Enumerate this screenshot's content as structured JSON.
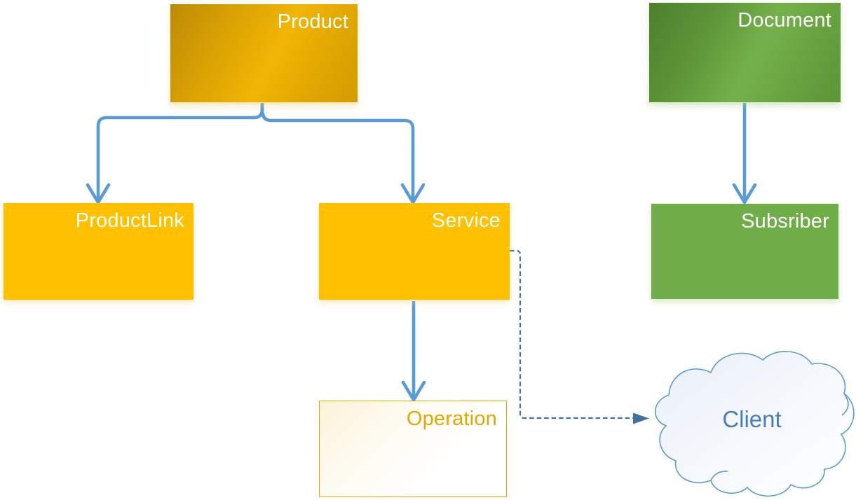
{
  "nodes": {
    "product": {
      "label": "Product",
      "shape": "rectangle",
      "style": "gold-gradient",
      "fill": "#e3a802",
      "text_color": "#ffffff"
    },
    "document": {
      "label": "Document",
      "shape": "rectangle",
      "style": "green-gradient",
      "fill": "#68a341",
      "text_color": "#ffffff"
    },
    "productlink": {
      "label": "ProductLink",
      "shape": "rectangle",
      "style": "gold-solid",
      "fill": "#ffc000",
      "text_color": "#ffffff"
    },
    "service": {
      "label": "Service",
      "shape": "rectangle",
      "style": "gold-solid",
      "fill": "#ffc000",
      "text_color": "#ffffff"
    },
    "subsriber": {
      "label": "Subsriber",
      "shape": "rectangle",
      "style": "green-solid",
      "fill": "#6fad49",
      "text_color": "#ffffff"
    },
    "operation": {
      "label": "Operation",
      "shape": "rectangle",
      "style": "gold-outline",
      "fill": "#ffffff",
      "text_color": "#e2a800"
    },
    "client": {
      "label": "Client",
      "shape": "cloud",
      "style": "blue-outline",
      "fill": "#f3f7fc",
      "text_color": "#4a7ebb"
    }
  },
  "edges": [
    {
      "from": "Product",
      "to": "ProductLink",
      "style": "solid",
      "arrowhead": "open-v",
      "color": "#5b9bd5"
    },
    {
      "from": "Product",
      "to": "Service",
      "style": "solid",
      "arrowhead": "open-v",
      "color": "#5b9bd5"
    },
    {
      "from": "Document",
      "to": "Subsriber",
      "style": "solid",
      "arrowhead": "open-v",
      "color": "#5b9bd5"
    },
    {
      "from": "Service",
      "to": "Operation",
      "style": "solid",
      "arrowhead": "open-v",
      "color": "#5b9bd5"
    },
    {
      "from": "Service",
      "to": "Client",
      "style": "dashed",
      "arrowhead": "filled-triangle",
      "color": "#41719c"
    }
  ],
  "colors": {
    "connector_blue": "#5b9bd5",
    "dashed_connector_blue": "#41719c",
    "gold_solid": "#ffc000",
    "green_solid": "#6fad49",
    "operation_outline": "#dfa900",
    "cloud_outline": "#5b9bd5",
    "client_text": "#4a7ebb",
    "box_text": "#ffffff"
  }
}
